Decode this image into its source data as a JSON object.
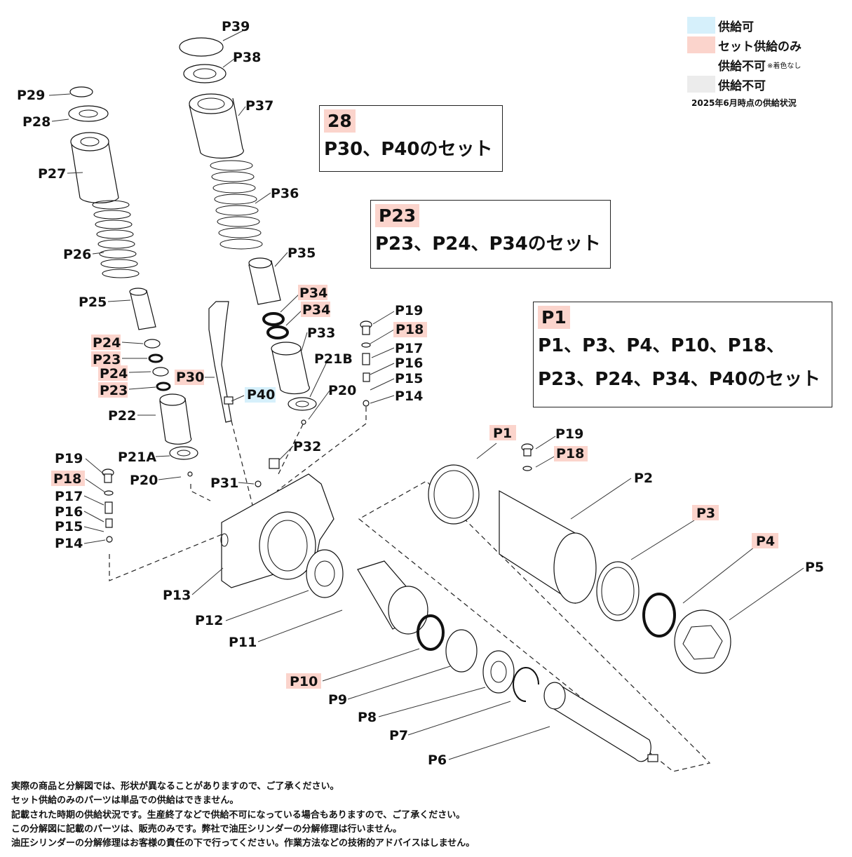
{
  "legend": {
    "items": [
      {
        "label": "供給可",
        "color": "#d6f0fb"
      },
      {
        "label": "セット供給のみ",
        "color": "#fbd4cc"
      },
      {
        "label": "供給不可",
        "note": "※着色なし",
        "color": "#ffffff"
      },
      {
        "label": "供給不可",
        "color": "#ececec"
      }
    ],
    "status_date": "2025年6月時点の供給状況"
  },
  "sets": [
    {
      "tag": "28",
      "description": [
        "P30、P40のセット"
      ]
    },
    {
      "tag": "P23",
      "description": [
        "P23、P24、P34のセット"
      ]
    },
    {
      "tag": "P1",
      "description": [
        "P1、P3、P4、P10、P18、",
        "P23、P24、P34、P40のセット"
      ]
    }
  ],
  "parts": {
    "P1": "P1",
    "P2": "P2",
    "P3": "P3",
    "P4": "P4",
    "P5": "P5",
    "P6": "P6",
    "P7": "P7",
    "P8": "P8",
    "P9": "P9",
    "P10": "P10",
    "P11": "P11",
    "P12": "P12",
    "P13": "P13",
    "P14": "P14",
    "P15": "P15",
    "P16": "P16",
    "P17": "P17",
    "P18": "P18",
    "P19": "P19",
    "P20": "P20",
    "P21A": "P21A",
    "P21B": "P21B",
    "P22": "P22",
    "P23": "P23",
    "P24": "P24",
    "P25": "P25",
    "P26": "P26",
    "P27": "P27",
    "P28": "P28",
    "P29": "P29",
    "P30": "P30",
    "P31": "P31",
    "P32": "P32",
    "P33": "P33",
    "P34": "P34",
    "P35": "P35",
    "P36": "P36",
    "P37": "P37",
    "P38": "P38",
    "P39": "P39",
    "P40": "P40"
  },
  "notes": [
    "実際の商品と分解図では、形状が異なることがありますので、ご了承ください。",
    "セット供給のみのパーツは単品での供給はできません。",
    "記載された時期の供給状況です。生産終了などで供給不可になっている場合もありますので、ご了承ください。",
    "この分解図に記載のパーツは、販売のみです。弊社で油圧シリンダーの分解修理は行いません。",
    "油圧シリンダーの分解修理はお客様の責任の下で行ってください。作業方法などの技術的アドバイスはしません。"
  ]
}
